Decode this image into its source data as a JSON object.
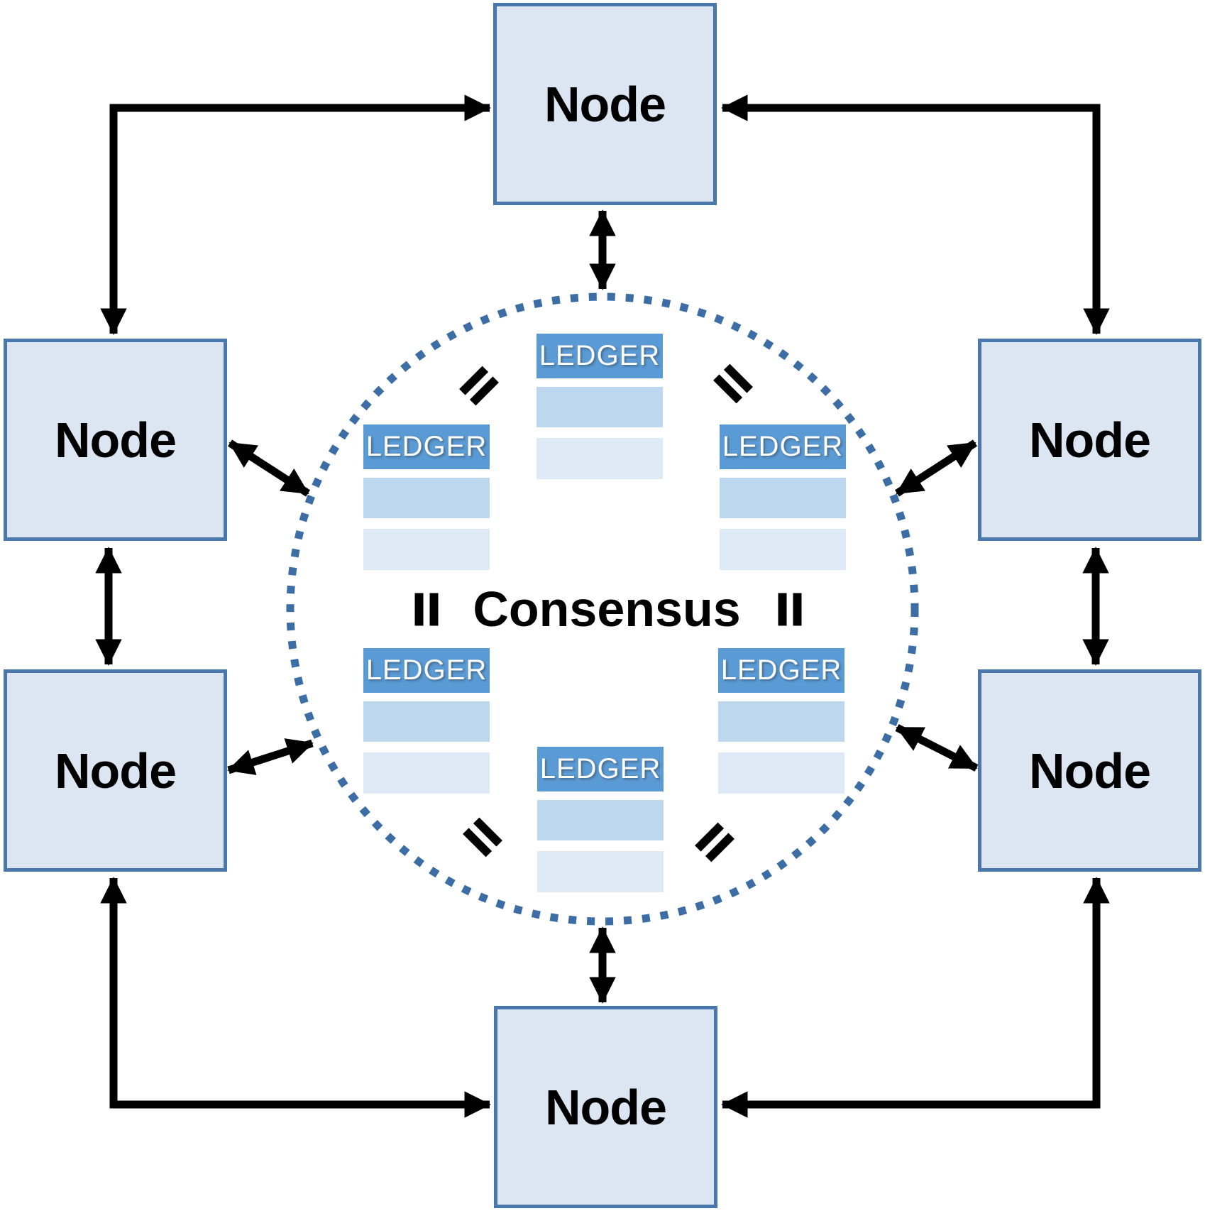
{
  "diagram": {
    "subject": "peer-to-peer consensus network",
    "consensus": {
      "label": "Consensus"
    },
    "nodes": [
      {
        "id": "top",
        "label": "Node"
      },
      {
        "id": "left-upper",
        "label": "Node"
      },
      {
        "id": "right-upper",
        "label": "Node"
      },
      {
        "id": "left-lower",
        "label": "Node"
      },
      {
        "id": "right-lower",
        "label": "Node"
      },
      {
        "id": "bottom",
        "label": "Node"
      }
    ],
    "ledgers": [
      {
        "id": "top-center",
        "title": "LEDGER",
        "blank_rows": 2
      },
      {
        "id": "left-upper",
        "title": "LEDGER",
        "blank_rows": 2
      },
      {
        "id": "right-upper",
        "title": "LEDGER",
        "blank_rows": 2
      },
      {
        "id": "left-lower",
        "title": "LEDGER",
        "blank_rows": 2
      },
      {
        "id": "right-lower",
        "title": "LEDGER",
        "blank_rows": 2
      },
      {
        "id": "bottom-center",
        "title": "LEDGER",
        "blank_rows": 2
      }
    ],
    "equals_signs_count": 6,
    "colors": {
      "node_fill": "#dce6f2",
      "node_border": "#4a78ad",
      "ledger_header": "#5b9bd5",
      "ledger_row_medium": "#bdd7ee",
      "ledger_row_light": "#deebf7",
      "circle_dots": "#3c6ea5",
      "arrows": "#000000",
      "background": "#ffffff"
    }
  }
}
